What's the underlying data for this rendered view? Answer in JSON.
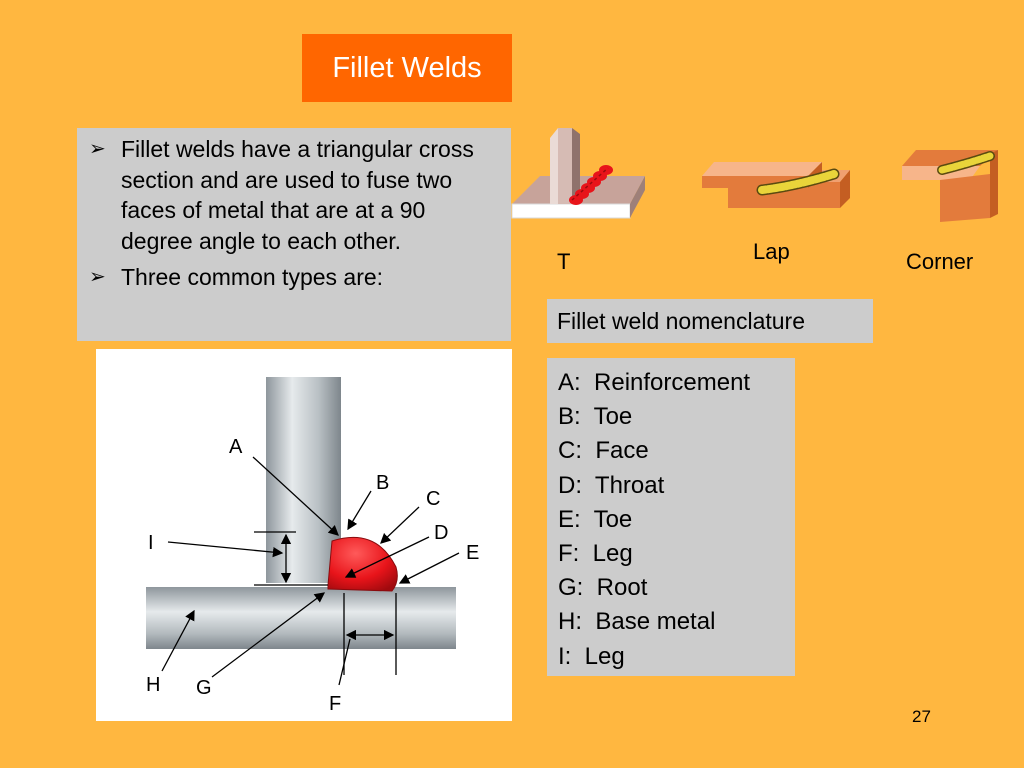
{
  "slide": {
    "title": "Fillet Welds",
    "page_number": "27"
  },
  "bullets": [
    {
      "mark": "➢",
      "text": "Fillet welds have a triangular cross section and are used to fuse two faces of metal that are at a 90 degree angle to each other."
    },
    {
      "mark": "➢",
      "text": "Three common types are:"
    }
  ],
  "joint_types": {
    "t": "T",
    "lap": "Lap",
    "corner": "Corner"
  },
  "nomenclature": {
    "heading": "Fillet weld nomenclature",
    "items": [
      "A:  Reinforcement",
      "B:  Toe",
      "C:  Face",
      "D:  Throat",
      "E:  Toe",
      "F:  Leg",
      "G:  Root",
      "H:  Base metal",
      "I:  Leg"
    ]
  },
  "diagram_labels": {
    "a": "A",
    "b": "B",
    "c": "C",
    "d": "D",
    "e": "E",
    "f": "F",
    "g": "G",
    "h": "H",
    "i": "I"
  },
  "colors": {
    "background": "#FFB740",
    "title_box": "#FF6600",
    "panel": "#CCCCCC",
    "weld": "#E8141A",
    "plate_copper": "#E37B3C"
  }
}
